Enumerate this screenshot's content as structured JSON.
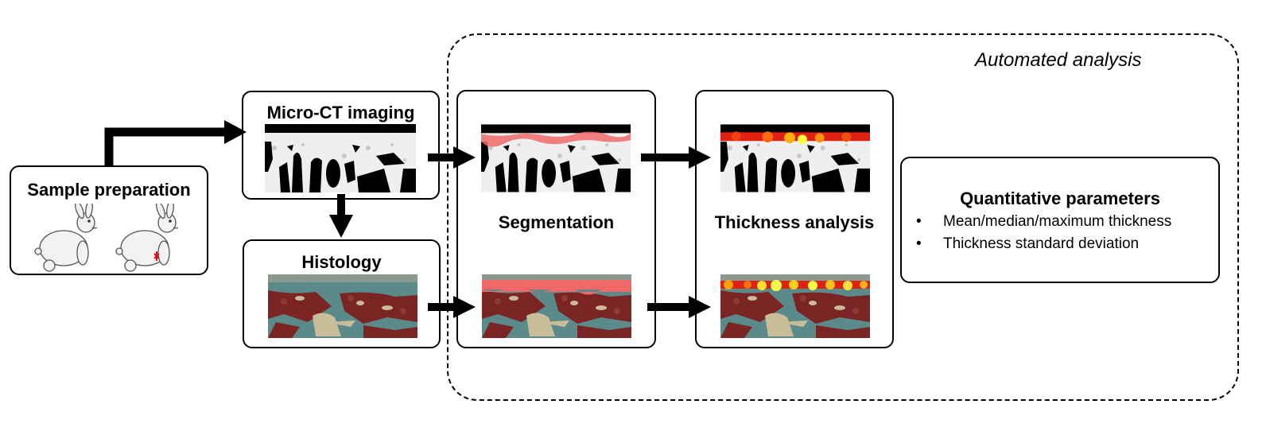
{
  "steps": {
    "sample_preparation": "Sample preparation",
    "micro_ct": "Micro-CT imaging",
    "histology": "Histology",
    "segmentation": "Segmentation",
    "thickness": "Thickness analysis"
  },
  "automated_label": "Automated analysis",
  "quantitative": {
    "title": "Quantitative parameters",
    "items": [
      "Mean/median/maximum thickness",
      "Thickness standard deviation"
    ]
  },
  "colors": {
    "segmentation_overlay": "#f06a6a",
    "thickness_low": "#e02010",
    "thickness_high": "#ffff40",
    "histology_stain_red": "#7a2020",
    "histology_stain_teal": "#4f8a8a",
    "histology_bone": "#c8bd98"
  },
  "icons": [
    "rabbit-icon",
    "rabbit-injured-icon",
    "arrow-icon"
  ]
}
